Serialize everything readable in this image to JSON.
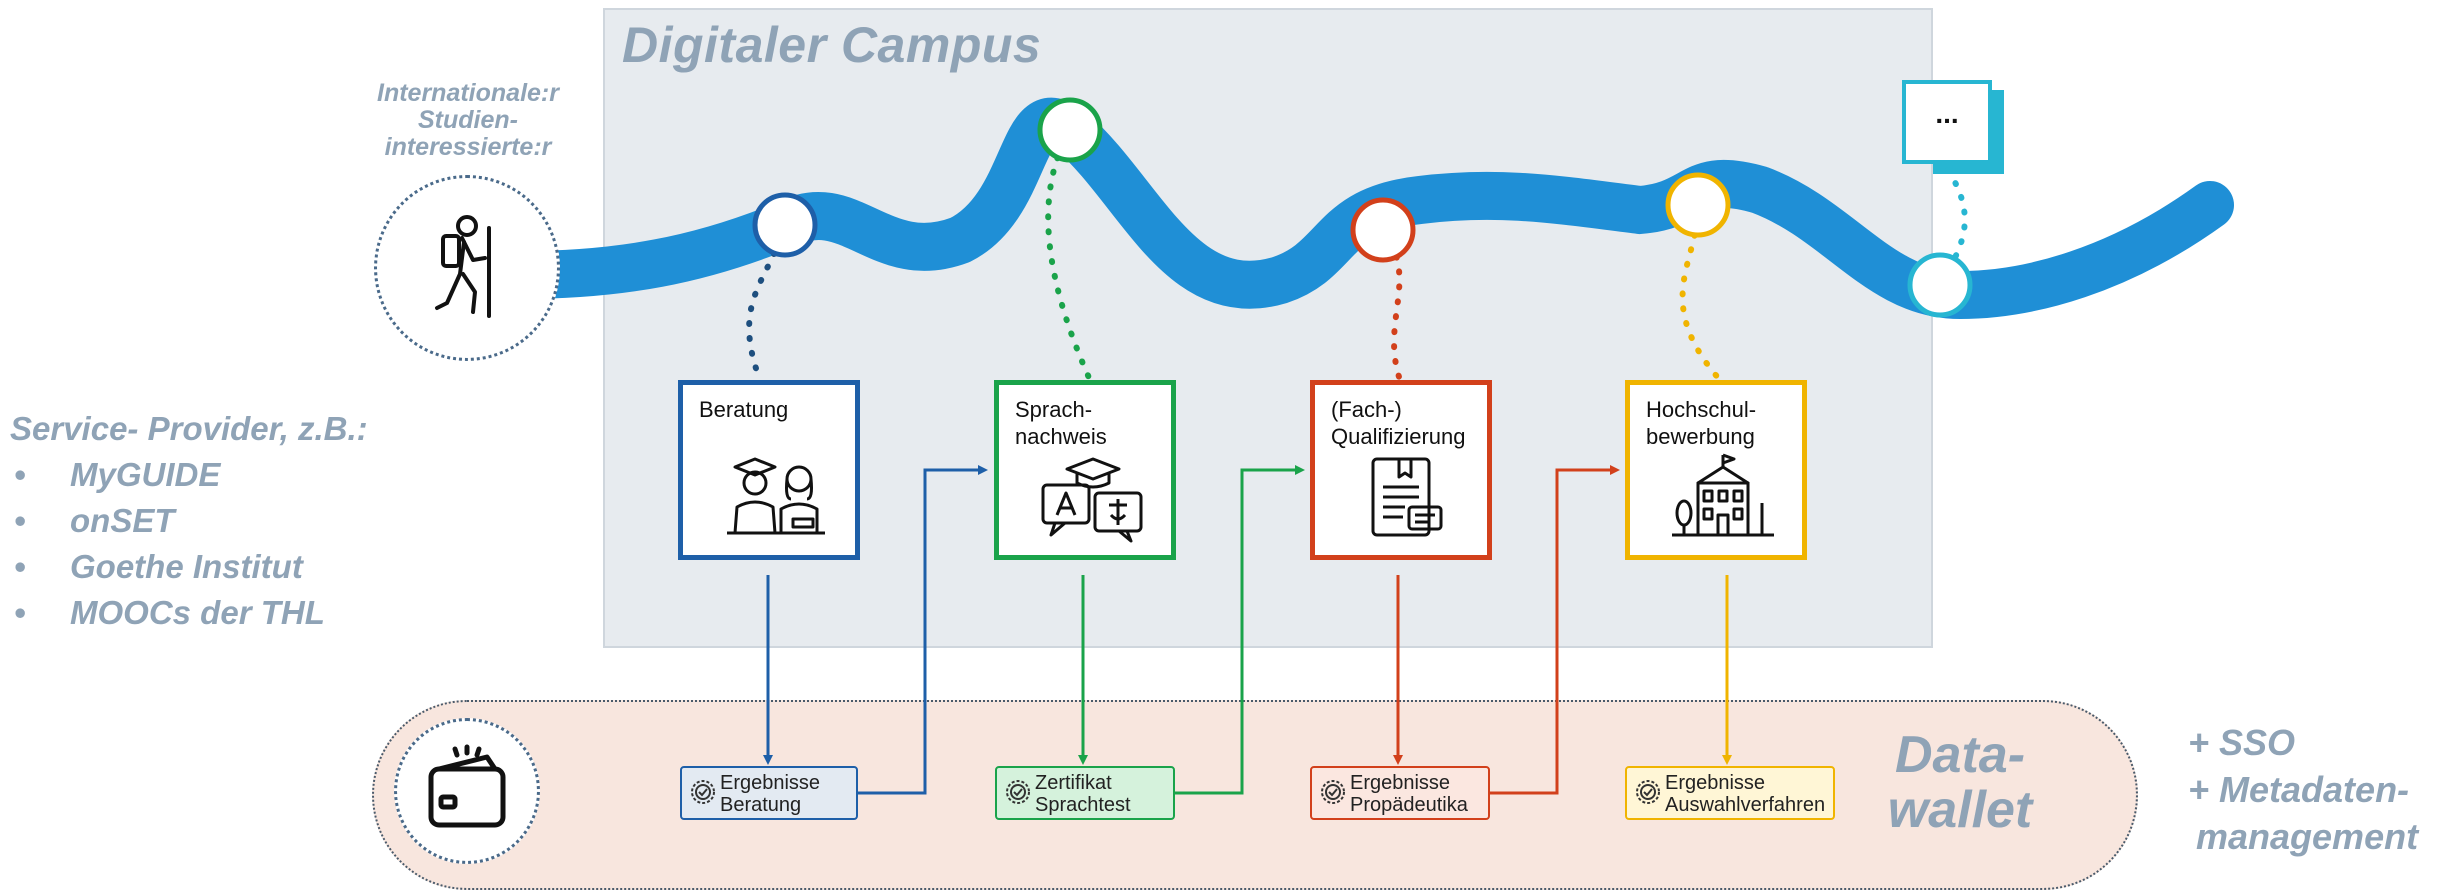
{
  "campus": {
    "title": "Digitaler Campus"
  },
  "student": {
    "label_lines": [
      "Internationale:r",
      "Studien-",
      "interessierte:r"
    ]
  },
  "providers": {
    "title": "Service- Provider, z.B.:",
    "items": [
      "MyGUIDE",
      "onSET",
      "Goethe Institut",
      "MOOCs der THL"
    ]
  },
  "more": {
    "label": "..."
  },
  "steps": [
    {
      "label_lines": [
        "Beratung"
      ],
      "color": "#1e5fa8",
      "icon": "counseling-icon"
    },
    {
      "label_lines": [
        "Sprach-",
        "nachweis"
      ],
      "color": "#1aa34a",
      "icon": "language-icon"
    },
    {
      "label_lines": [
        "(Fach-)",
        "Qualifizierung"
      ],
      "color": "#d2401b",
      "icon": "qualification-icon"
    },
    {
      "label_lines": [
        "Hochschul-",
        "bewerbung"
      ],
      "color": "#f0b400",
      "icon": "university-icon"
    }
  ],
  "results": [
    {
      "lines": [
        "Ergebnisse",
        "Beratung"
      ],
      "border": "#1e5fa8",
      "bg": "#e3eaf2"
    },
    {
      "lines": [
        "Zertifikat",
        "Sprachtest"
      ],
      "border": "#1aa34a",
      "bg": "#d5f2dc"
    },
    {
      "lines": [
        "Ergebnisse",
        "Propädeutika"
      ],
      "border": "#d2401b",
      "bg": "#fbe7e0"
    },
    {
      "lines": [
        "Ergebnisse",
        "Auswahlverfahren"
      ],
      "border": "#f0b400",
      "bg": "#fff6d6"
    }
  ],
  "wallet": {
    "title_lines": [
      "Data-",
      "wallet"
    ],
    "icon": "wallet-icon"
  },
  "extras": {
    "lines": [
      "+ SSO",
      "+ Metadaten-",
      "management"
    ]
  },
  "colors": {
    "path": "#1f8fd6",
    "panel": "#e7ebef",
    "wallet_bg": "#f8e6de",
    "muted_text": "#8fa3b6",
    "more": "#27b6d2"
  }
}
